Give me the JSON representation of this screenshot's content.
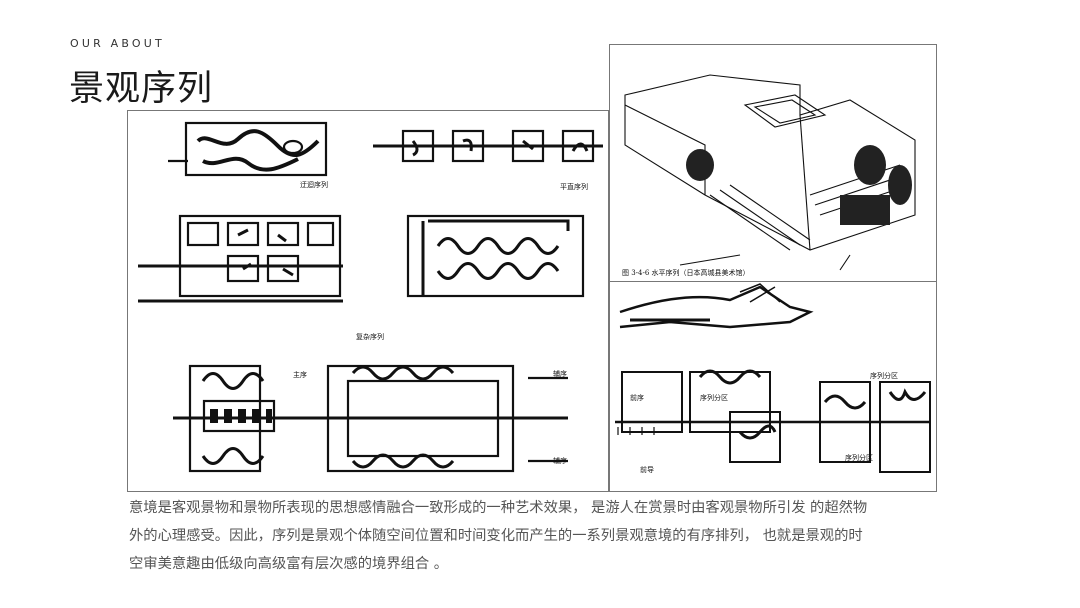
{
  "header": {
    "eyebrow": "OUR ABOUT",
    "title": "景观序列"
  },
  "diagrams": {
    "left": {
      "label_1": "迂迴序列",
      "label_2": "平直序列",
      "label_3": "复杂序列",
      "label_4": "主序",
      "label_5": "辅序",
      "label_6": "辅序"
    },
    "right_top": {
      "caption": "图 3-4-6  水平序列（日本高城县美术馆）"
    },
    "right_bottom": {
      "label_1": "前序",
      "label_2": "序列分区",
      "label_3": "序列分区",
      "label_4": "序列分区",
      "label_5": "前导"
    }
  },
  "body": {
    "lines": [
      "意境是客观景物和景物所表现的思想感情融合一致形成的一种艺术效果， 是游人在赏景时由客观景物所引发 的超然物",
      "外的心理感受。因此，序列是景观个体随空间位置和时间变化而产生的一系列景观意境的有序排列， 也就是景观的时",
      "空审美意趣由低级向高级富有层次感的境界组合 。"
    ]
  }
}
